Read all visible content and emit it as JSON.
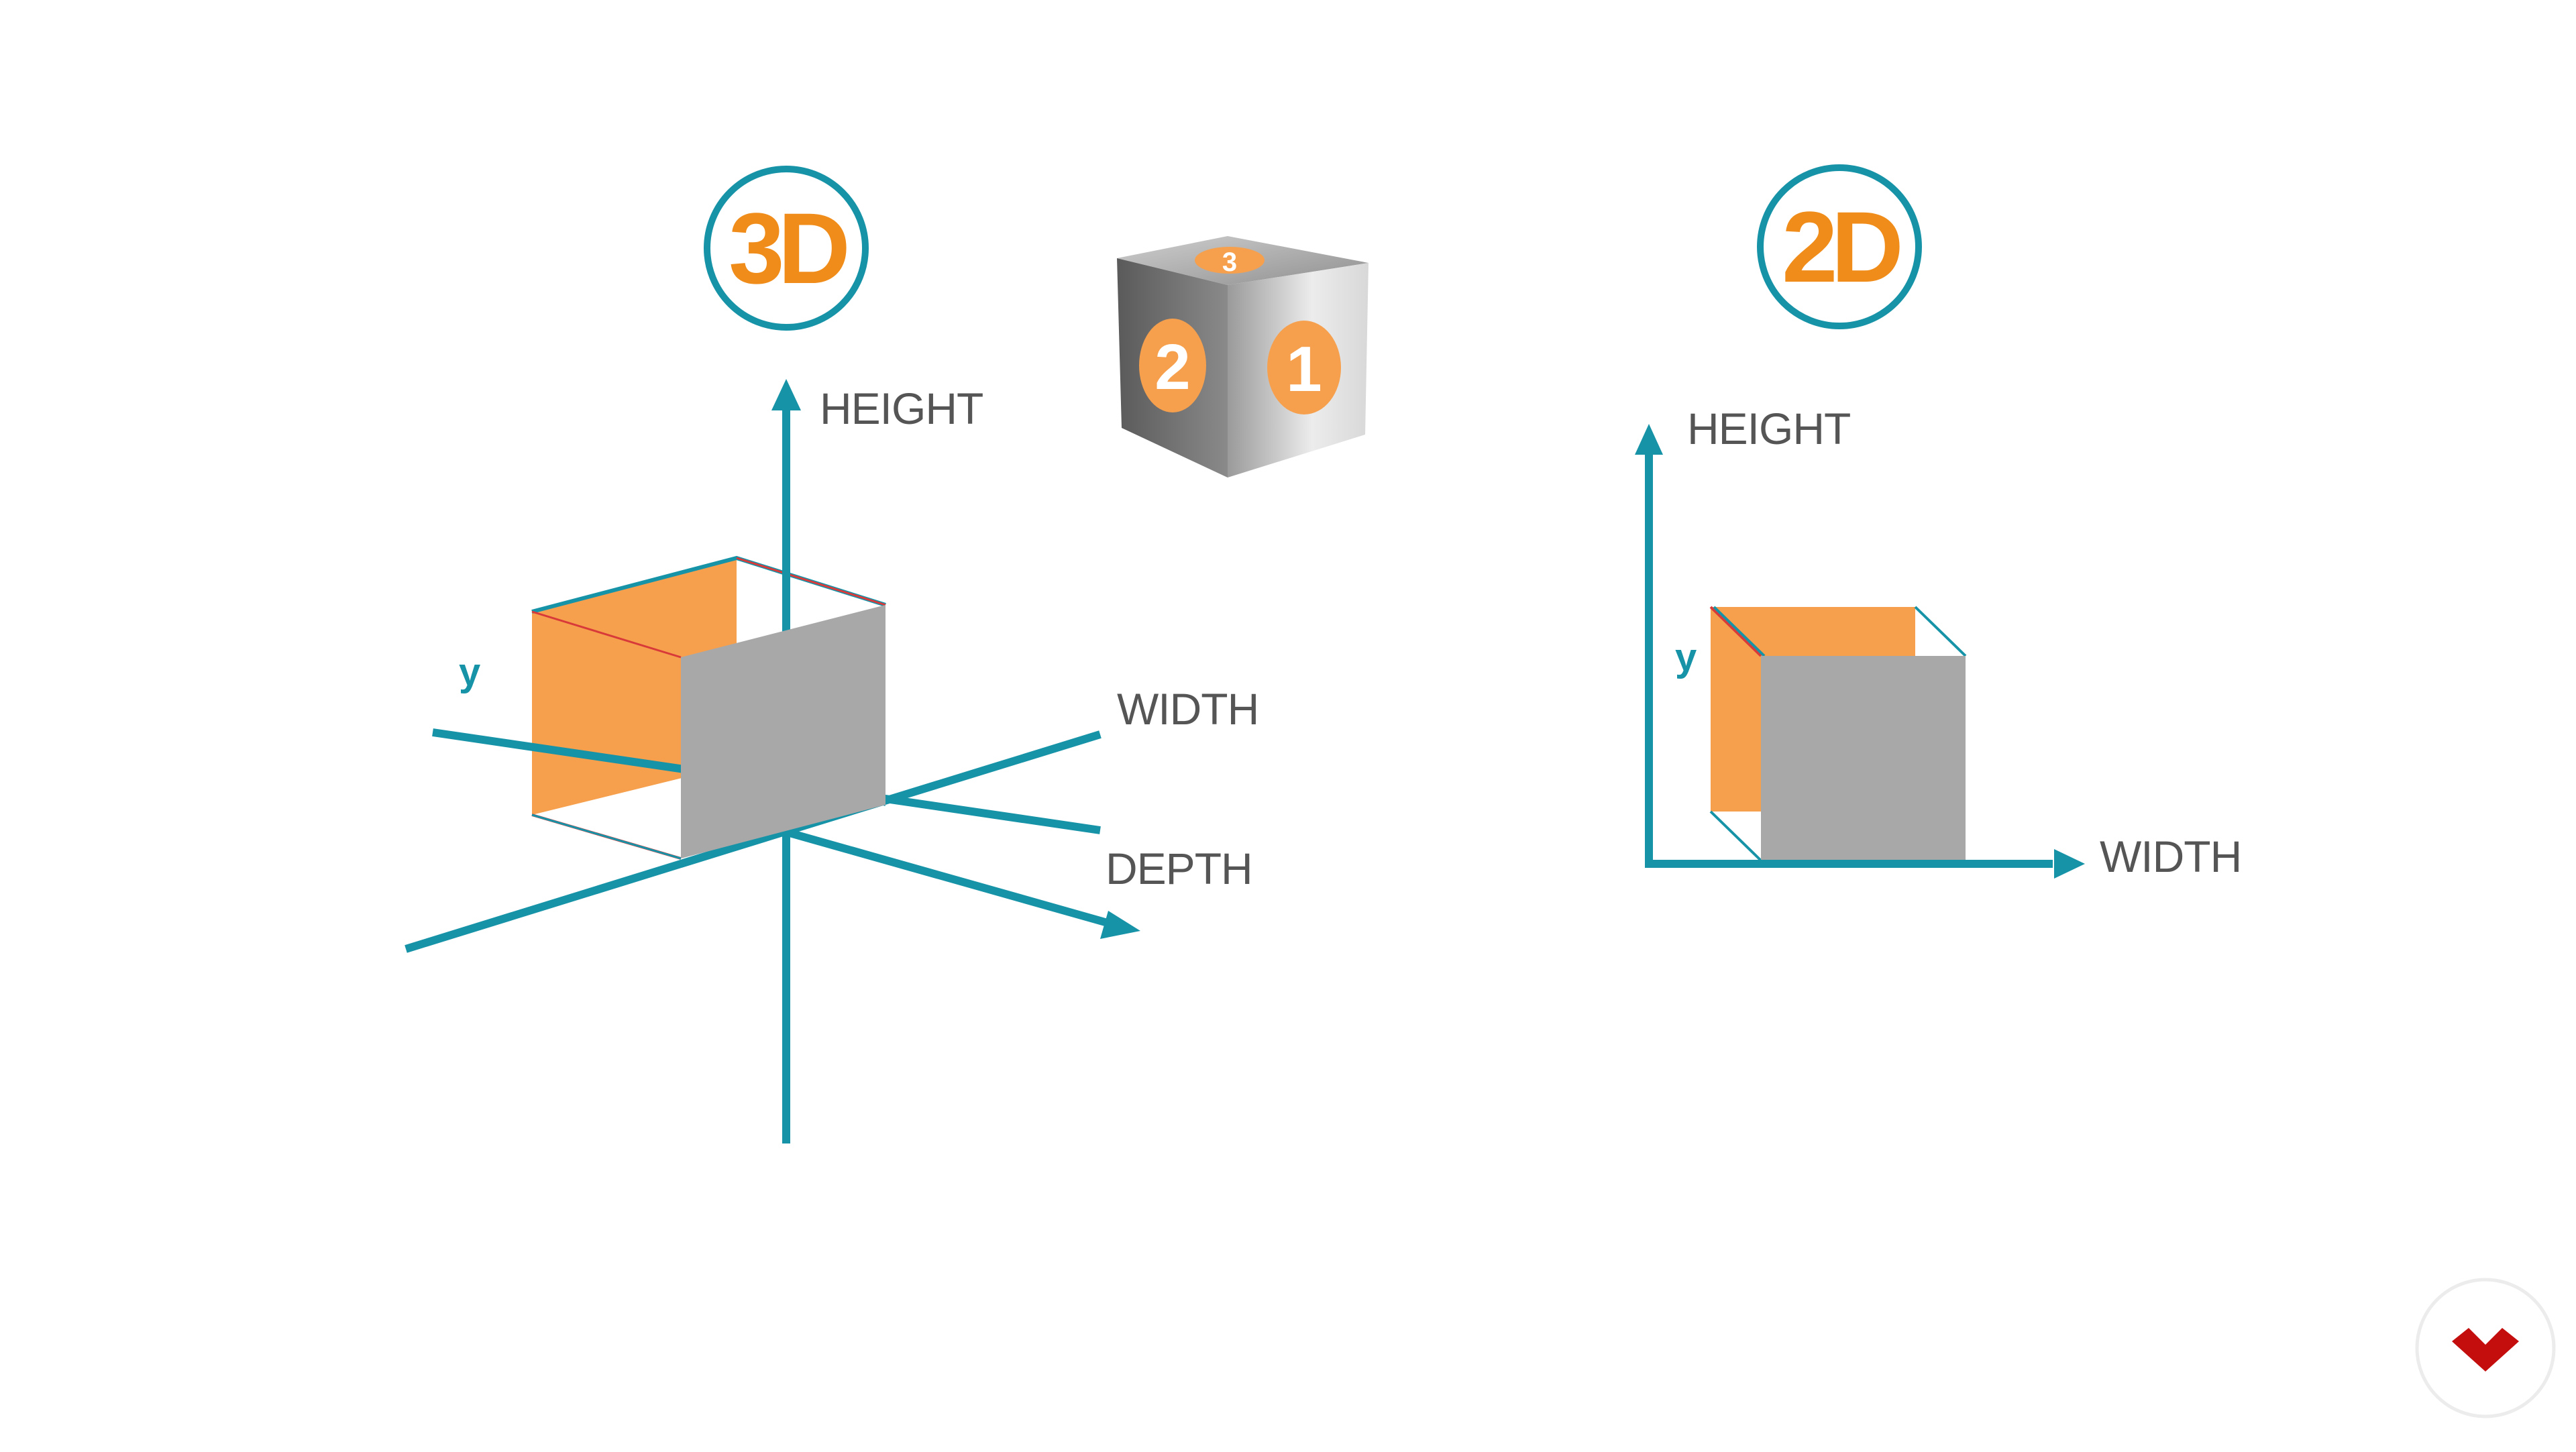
{
  "colors": {
    "axis": "#1793a8",
    "accent": "#f08c1a",
    "orange_face": "#f6a04d",
    "gray_face": "#a8a8a8",
    "label": "#555555",
    "logo": "#c40d0d"
  },
  "panel_3d": {
    "badge": "3D",
    "axis_height": "HEIGHT",
    "axis_width": "WIDTH",
    "axis_depth": "DEPTH",
    "y_label": "y"
  },
  "die": {
    "face_left": "2",
    "face_right": "1",
    "face_top": "3"
  },
  "panel_2d": {
    "badge": "2D",
    "axis_height": "HEIGHT",
    "axis_width": "WIDTH",
    "y_label": "y"
  },
  "logo": {
    "icon": "brand-logo-icon"
  }
}
